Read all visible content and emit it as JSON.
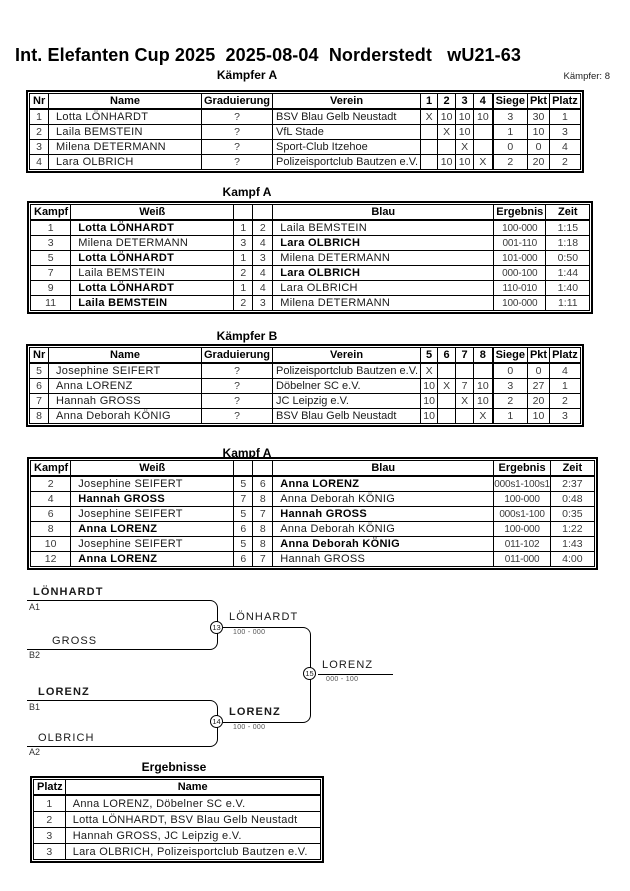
{
  "page": {
    "title": "Int. Elefanten Cup 2025  2025-08-04  Norderstedt   wU21-63",
    "fighters_label": "Kämpfer: 8"
  },
  "pool_a": {
    "heading": "Kämpfer A",
    "headers": [
      "Nr",
      "Name",
      "Graduierung",
      "Verein",
      "1",
      "2",
      "3",
      "4",
      "Siege",
      "Pkt",
      "Platz"
    ],
    "rows": [
      {
        "nr": "1",
        "name": "Lotta LÖNHARDT",
        "grad": "?",
        "verein": "BSV Blau Gelb Neustadt",
        "c1": "X",
        "c2": "10",
        "c3": "10",
        "c4": "10",
        "siege": "3",
        "pkt": "30",
        "platz": "1"
      },
      {
        "nr": "2",
        "name": "Laila BEMSTEIN",
        "grad": "?",
        "verein": "VfL Stade",
        "c1": "",
        "c2": "X",
        "c3": "10",
        "c4": "",
        "siege": "1",
        "pkt": "10",
        "platz": "3"
      },
      {
        "nr": "3",
        "name": "Milena DETERMANN",
        "grad": "?",
        "verein": "Sport-Club Itzehoe",
        "c1": "",
        "c2": "",
        "c3": "X",
        "c4": "",
        "siege": "0",
        "pkt": "0",
        "platz": "4"
      },
      {
        "nr": "4",
        "name": "Lara OLBRICH",
        "grad": "?",
        "verein": "Polizeisportclub Bautzen e.V.",
        "c1": "",
        "c2": "10",
        "c3": "10",
        "c4": "X",
        "siege": "2",
        "pkt": "20",
        "platz": "2"
      }
    ]
  },
  "fights_a": {
    "heading": "Kampf A",
    "headers": {
      "kampf": "Kampf",
      "weiss": "Weiß",
      "blau": "Blau",
      "ergebnis": "Ergebnis",
      "zeit": "Zeit"
    },
    "rows": [
      {
        "nr": "1",
        "weiss": "Lotta LÖNHARDT",
        "weiss_winner": true,
        "wn": "1",
        "bn": "2",
        "blau": "Laila BEMSTEIN",
        "blau_winner": false,
        "ergebnis": "100-000",
        "zeit": "1:15"
      },
      {
        "nr": "3",
        "weiss": "Milena DETERMANN",
        "weiss_winner": false,
        "wn": "3",
        "bn": "4",
        "blau": "Lara OLBRICH",
        "blau_winner": true,
        "ergebnis": "001-110",
        "zeit": "1:18"
      },
      {
        "nr": "5",
        "weiss": "Lotta LÖNHARDT",
        "weiss_winner": true,
        "wn": "1",
        "bn": "3",
        "blau": "Milena DETERMANN",
        "blau_winner": false,
        "ergebnis": "101-000",
        "zeit": "0:50"
      },
      {
        "nr": "7",
        "weiss": "Laila BEMSTEIN",
        "weiss_winner": false,
        "wn": "2",
        "bn": "4",
        "blau": "Lara OLBRICH",
        "blau_winner": true,
        "ergebnis": "000-100",
        "zeit": "1:44"
      },
      {
        "nr": "9",
        "weiss": "Lotta LÖNHARDT",
        "weiss_winner": true,
        "wn": "1",
        "bn": "4",
        "blau": "Lara OLBRICH",
        "blau_winner": false,
        "ergebnis": "110-010",
        "zeit": "1:40"
      },
      {
        "nr": "11",
        "weiss": "Laila BEMSTEIN",
        "weiss_winner": true,
        "wn": "2",
        "bn": "3",
        "blau": "Milena DETERMANN",
        "blau_winner": false,
        "ergebnis": "100-000",
        "zeit": "1:11"
      }
    ]
  },
  "pool_b": {
    "heading": "Kämpfer B",
    "headers": [
      "Nr",
      "Name",
      "Graduierung",
      "Verein",
      "5",
      "6",
      "7",
      "8",
      "Siege",
      "Pkt",
      "Platz"
    ],
    "rows": [
      {
        "nr": "5",
        "name": "Josephine SEIFERT",
        "grad": "?",
        "verein": "Polizeisportclub Bautzen e.V.",
        "c1": "X",
        "c2": "",
        "c3": "",
        "c4": "",
        "siege": "0",
        "pkt": "0",
        "platz": "4"
      },
      {
        "nr": "6",
        "name": "Anna LORENZ",
        "grad": "?",
        "verein": "Döbelner SC e.V.",
        "c1": "10",
        "c2": "X",
        "c3": "7",
        "c4": "10",
        "siege": "3",
        "pkt": "27",
        "platz": "1"
      },
      {
        "nr": "7",
        "name": "Hannah GROSS",
        "grad": "?",
        "verein": "JC Leipzig e.V.",
        "c1": "10",
        "c2": "",
        "c3": "X",
        "c4": "10",
        "siege": "2",
        "pkt": "20",
        "platz": "2"
      },
      {
        "nr": "8",
        "name": "Anna Deborah KÖNIG",
        "grad": "?",
        "verein": "BSV Blau Gelb Neustadt",
        "c1": "10",
        "c2": "",
        "c3": "",
        "c4": "X",
        "siege": "1",
        "pkt": "10",
        "platz": "3"
      }
    ]
  },
  "fights_b": {
    "heading": "Kampf A",
    "headers": {
      "kampf": "Kampf",
      "weiss": "Weiß",
      "blau": "Blau",
      "ergebnis": "Ergebnis",
      "zeit": "Zeit"
    },
    "rows": [
      {
        "nr": "2",
        "weiss": "Josephine SEIFERT",
        "weiss_winner": false,
        "wn": "5",
        "bn": "6",
        "blau": "Anna LORENZ",
        "blau_winner": true,
        "ergebnis": "000s1-100s1",
        "zeit": "2:37"
      },
      {
        "nr": "4",
        "weiss": "Hannah GROSS",
        "weiss_winner": true,
        "wn": "7",
        "bn": "8",
        "blau": "Anna Deborah KÖNIG",
        "blau_winner": false,
        "ergebnis": "100-000",
        "zeit": "0:48"
      },
      {
        "nr": "6",
        "weiss": "Josephine SEIFERT",
        "weiss_winner": false,
        "wn": "5",
        "bn": "7",
        "blau": "Hannah GROSS",
        "blau_winner": true,
        "ergebnis": "000s1-100",
        "zeit": "0:35"
      },
      {
        "nr": "8",
        "weiss": "Anna LORENZ",
        "weiss_winner": true,
        "wn": "6",
        "bn": "8",
        "blau": "Anna Deborah KÖNIG",
        "blau_winner": false,
        "ergebnis": "100-000",
        "zeit": "1:22"
      },
      {
        "nr": "10",
        "weiss": "Josephine SEIFERT",
        "weiss_winner": false,
        "wn": "5",
        "bn": "8",
        "blau": "Anna Deborah KÖNIG",
        "blau_winner": true,
        "ergebnis": "011-102",
        "zeit": "1:43"
      },
      {
        "nr": "12",
        "weiss": "Anna LORENZ",
        "weiss_winner": true,
        "wn": "6",
        "bn": "7",
        "blau": "Hannah GROSS",
        "blau_winner": false,
        "ergebnis": "011-000",
        "zeit": "4:00"
      }
    ]
  },
  "bracket": {
    "semi1_top": {
      "name": "LÖNHARDT",
      "seed": "A1",
      "bold": true
    },
    "semi1_bottom": {
      "name": "GROSS",
      "seed": "B2",
      "bold": false
    },
    "semi2_top": {
      "name": "LORENZ",
      "seed": "B1",
      "bold": true
    },
    "semi2_bottom": {
      "name": "OLBRICH",
      "seed": "A2",
      "bold": false
    },
    "match13": {
      "no": "13",
      "winner": "LÖNHARDT",
      "score": "100 - 000",
      "bold": false
    },
    "match14": {
      "no": "14",
      "winner": "LORENZ",
      "score": "100 - 000",
      "bold": true
    },
    "match15": {
      "no": "15",
      "winner": "LORENZ",
      "score": "000 - 100",
      "bold": false
    }
  },
  "results": {
    "heading": "Ergebnisse",
    "headers": {
      "platz": "Platz",
      "name": "Name"
    },
    "rows": [
      {
        "platz": "1",
        "name": "Anna LORENZ, Döbelner SC e.V."
      },
      {
        "platz": "2",
        "name": "Lotta LÖNHARDT, BSV Blau Gelb Neustadt"
      },
      {
        "platz": "3",
        "name": "Hannah GROSS, JC Leipzig e.V."
      },
      {
        "platz": "3",
        "name": "Lara OLBRICH, Polizeisportclub Bautzen e.V."
      }
    ]
  }
}
